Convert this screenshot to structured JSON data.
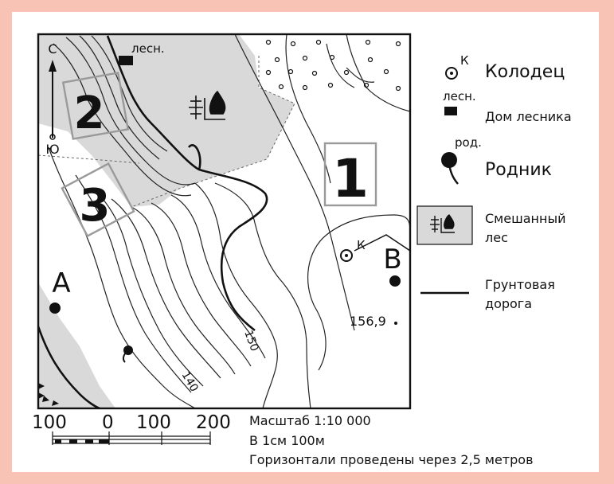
{
  "map": {
    "north_label": "С",
    "south_label": "Ю",
    "map_forester_label": "лесн.",
    "map_well_label": "К",
    "point_a": "А",
    "point_b": "В",
    "area_1": "1",
    "area_2": "2",
    "area_3": "3",
    "elevation_mark": "156,9",
    "contour_150": "150",
    "contour_140": "140"
  },
  "legend": {
    "well_symbol_label": "К",
    "well": "Колодец",
    "forester_symbol_label": "лесн.",
    "forester_house": "Дом лесника",
    "spring_symbol_label": "род.",
    "spring": "Родник",
    "mixed_forest_line1": "Смешанный",
    "mixed_forest_line2": "лес",
    "dirt_road_line1": "Грунтовая",
    "dirt_road_line2": "дорога"
  },
  "scale": {
    "ticks": [
      "100",
      "0",
      "100",
      "200"
    ],
    "ratio": "Масштаб 1:10 000",
    "per_cm": "В 1см 100м",
    "contour_interval": "Горизонтали проведены через 2,5 метров"
  },
  "colors": {
    "background": "#f8c3b5",
    "paper": "#ffffff",
    "forest": "#d9d9d9",
    "area_box": "#9a9a9a",
    "ink": "#111111"
  }
}
